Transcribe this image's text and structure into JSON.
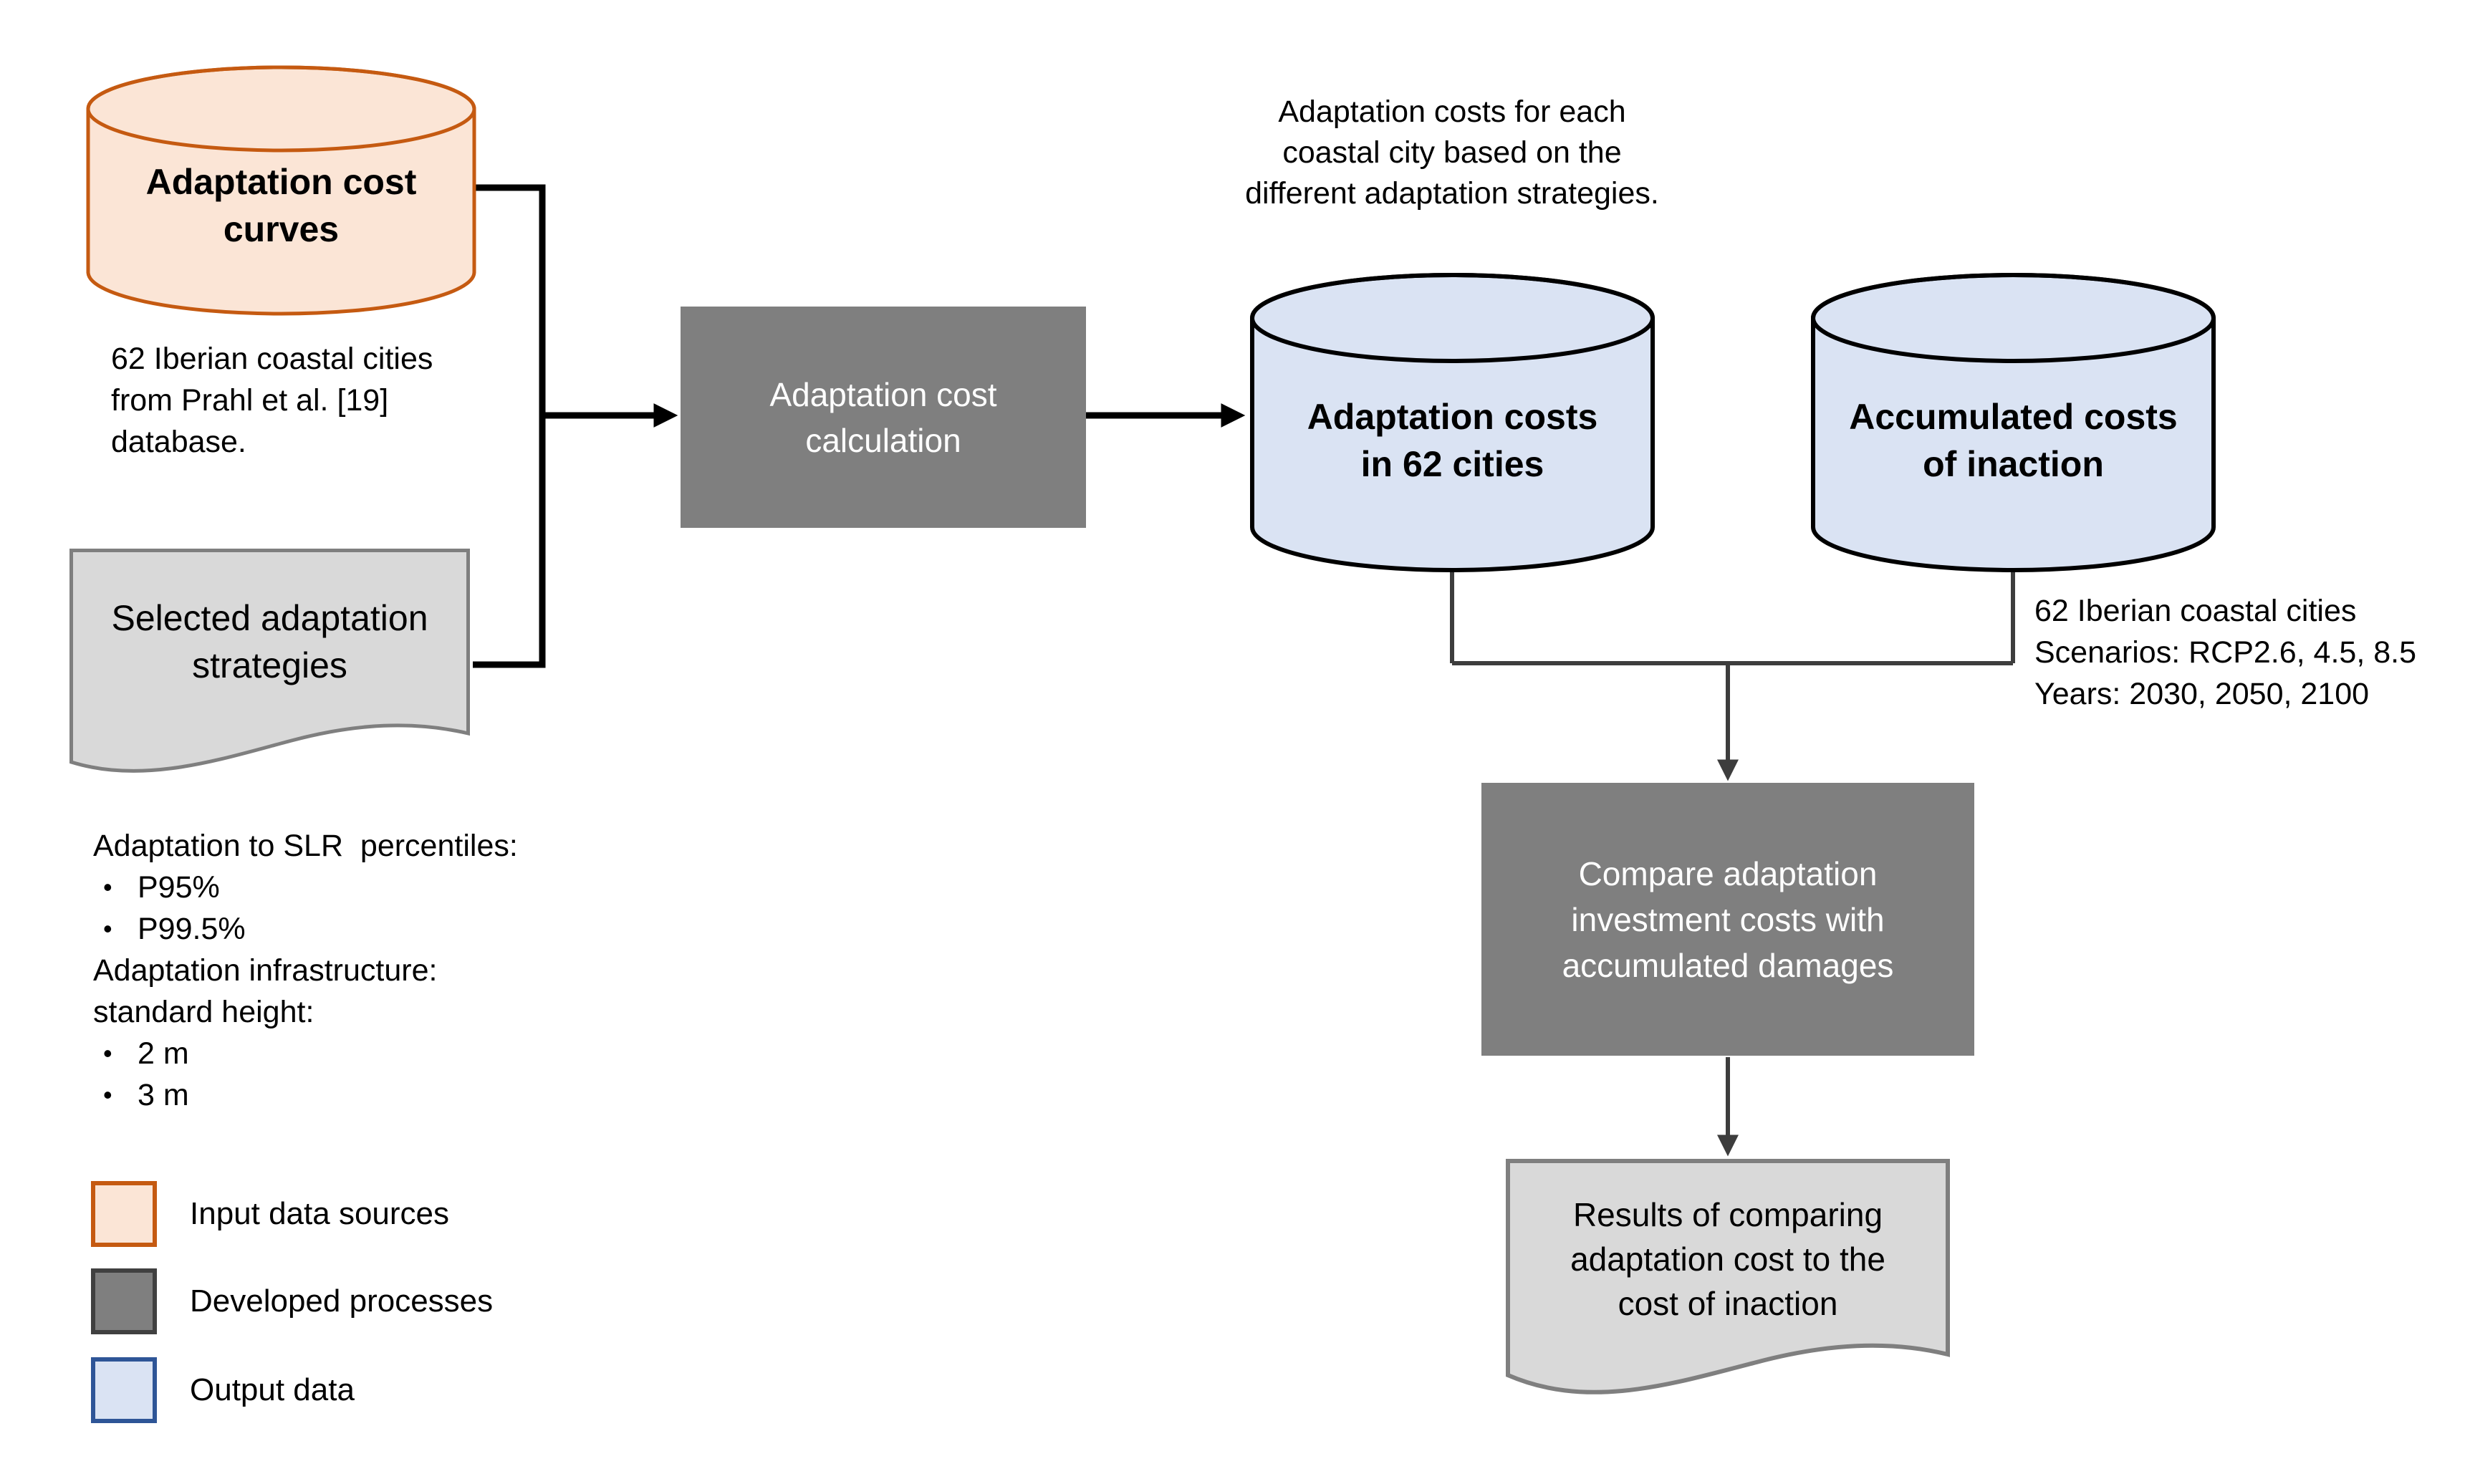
{
  "palette": {
    "input_fill": "#FBE5D6",
    "input_stroke": "#C55A11",
    "process_fill": "#7F7F7F",
    "output_fill": "#DAE3F3",
    "output_stroke": "#000000",
    "doc_fill": "#D9D9D9",
    "doc_stroke": "#7F7F7F",
    "connector_black": "#000000",
    "connector_gray": "#3D3D3D",
    "text_on_process": "#FFFFFF"
  },
  "nodes": {
    "input_cylinder": {
      "label_lines": [
        "Adaptation cost",
        "curves"
      ]
    },
    "input_caption": {
      "lines": [
        "62 Iberian coastal cities",
        "from Prahl et al. [19]",
        "database."
      ]
    },
    "strategies_doc": {
      "label_lines": [
        "Selected adaptation",
        "strategies"
      ]
    },
    "calc_process": {
      "label_lines": [
        "Adaptation cost",
        "calculation"
      ]
    },
    "costs_annotation": {
      "lines": [
        "Adaptation costs for each",
        "coastal city based on the",
        "different adaptation strategies."
      ]
    },
    "costs_cylinder": {
      "label_lines": [
        "Adaptation costs",
        "in 62 cities"
      ]
    },
    "inaction_cylinder": {
      "label_lines": [
        "Accumulated costs",
        "of inaction"
      ]
    },
    "inaction_caption": {
      "lines": [
        "62 Iberian coastal cities",
        "Scenarios: RCP2.6, 4.5, 8.5",
        "Years: 2030, 2050, 2100"
      ]
    },
    "compare_process": {
      "label_lines": [
        "Compare adaptation",
        "investment costs with",
        "accumulated damages"
      ]
    },
    "results_doc": {
      "label_lines": [
        "Results of comparing",
        "adaptation cost to the",
        "cost of inaction"
      ]
    }
  },
  "notes": {
    "bullet_char": "•",
    "items": [
      {
        "bullet": false,
        "text": "Adaptation to SLR  percentiles:"
      },
      {
        "bullet": true,
        "text": "P95%"
      },
      {
        "bullet": true,
        "text": "P99.5%"
      },
      {
        "bullet": false,
        "text": "Adaptation infrastructure:"
      },
      {
        "bullet": false,
        "text": "standard height:"
      },
      {
        "bullet": true,
        "text": "2 m"
      },
      {
        "bullet": true,
        "text": "3 m"
      }
    ]
  },
  "legend": {
    "items": [
      {
        "label": "Input data sources",
        "swatch_style": "background:#FBE5D6;border-color:#C55A11"
      },
      {
        "label": "Developed processes",
        "swatch_style": "background:#7F7F7F;border-color:#404040"
      },
      {
        "label": "Output data",
        "swatch_style": "background:#DAE3F3;border-color:#2E5597"
      }
    ]
  }
}
